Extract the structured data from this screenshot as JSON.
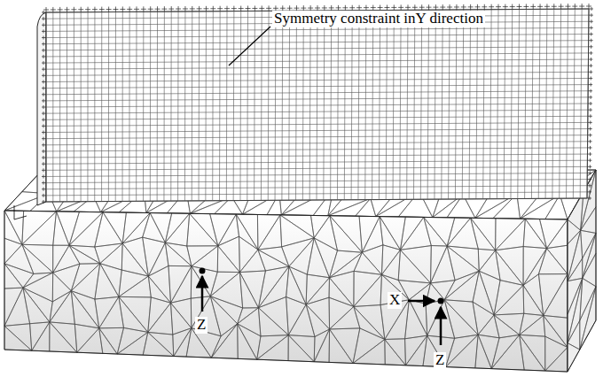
{
  "diagram": {
    "labels": [
      "Symmetry constraint inY direction",
      "X",
      "Z",
      "Z"
    ]
  }
}
